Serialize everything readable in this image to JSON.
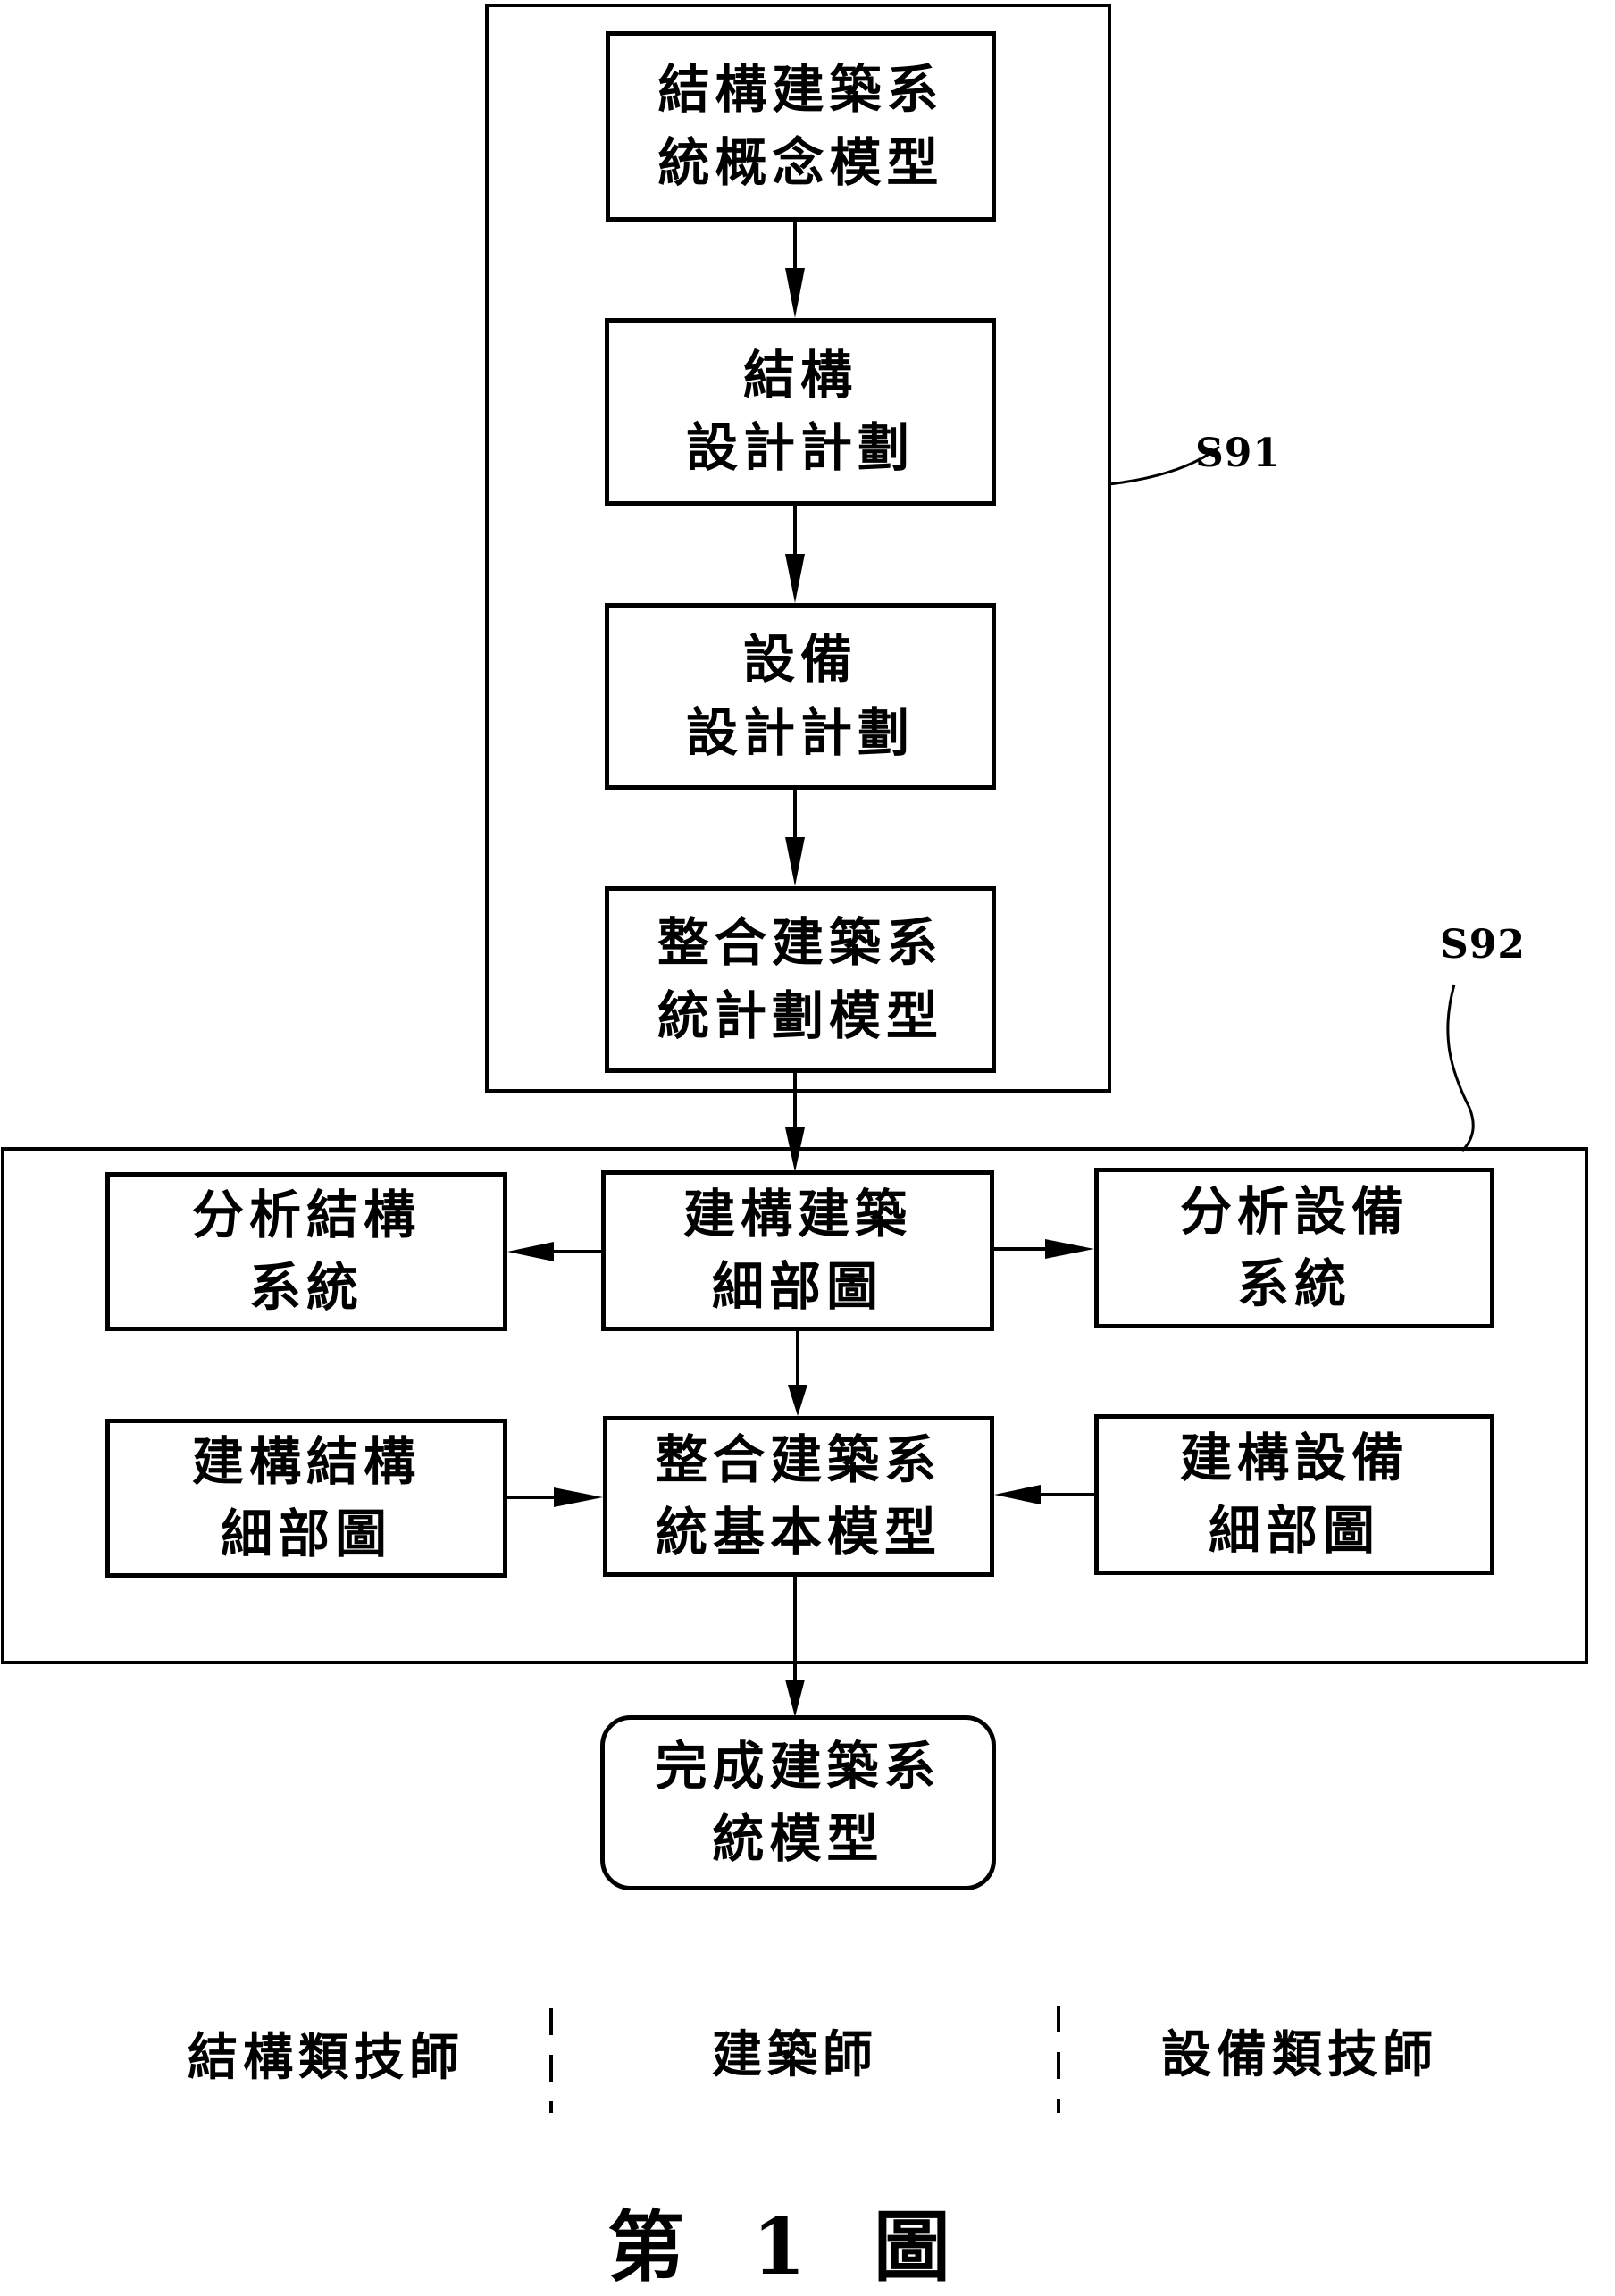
{
  "diagram": {
    "figure_caption": {
      "prefix": "第",
      "number": "1",
      "suffix": "圖"
    },
    "groups": [
      {
        "id": "S91",
        "label": "S91"
      },
      {
        "id": "S92",
        "label": "S92"
      }
    ],
    "s91_steps": [
      {
        "lines": [
          "結構建築系",
          "統概念模型"
        ]
      },
      {
        "lines": [
          "結構",
          "設計計劃"
        ]
      },
      {
        "lines": [
          "設備",
          "設計計劃"
        ]
      },
      {
        "lines": [
          "整合建築系",
          "統計劃模型"
        ]
      }
    ],
    "s92_nodes": {
      "analyze_structure": {
        "lines": [
          "分析結構",
          "系統"
        ]
      },
      "build_architecture_detail": {
        "lines": [
          "建構建築",
          "細部圖"
        ]
      },
      "analyze_equipment": {
        "lines": [
          "分析設備",
          "系統"
        ]
      },
      "build_structure_detail": {
        "lines": [
          "建構結構",
          "細部圖"
        ]
      },
      "integrated_basic_model": {
        "lines": [
          "整合建築系",
          "統基本模型"
        ]
      },
      "build_equipment_detail": {
        "lines": [
          "建構設備",
          "細部圖"
        ]
      }
    },
    "final_node": {
      "lines": [
        "完成建築系",
        "統模型"
      ]
    },
    "roles": [
      {
        "label": "結構類技師"
      },
      {
        "label": "建築師"
      },
      {
        "label": "設備類技師"
      }
    ],
    "edges": [
      {
        "from": "結構建築系統概念模型",
        "to": "結構設計計劃"
      },
      {
        "from": "結構設計計劃",
        "to": "設備設計計劃"
      },
      {
        "from": "設備設計計劃",
        "to": "整合建築系統計劃模型"
      },
      {
        "from": "整合建築系統計劃模型",
        "to": "建構建築細部圖"
      },
      {
        "from": "建構建築細部圖",
        "to": "分析結構系統"
      },
      {
        "from": "建構建築細部圖",
        "to": "分析設備系統"
      },
      {
        "from": "建構建築細部圖",
        "to": "整合建築系統基本模型"
      },
      {
        "from": "建構結構細部圖",
        "to": "整合建築系統基本模型"
      },
      {
        "from": "建構設備細部圖",
        "to": "整合建築系統基本模型"
      },
      {
        "from": "整合建築系統基本模型",
        "to": "完成建築系統模型"
      }
    ]
  }
}
